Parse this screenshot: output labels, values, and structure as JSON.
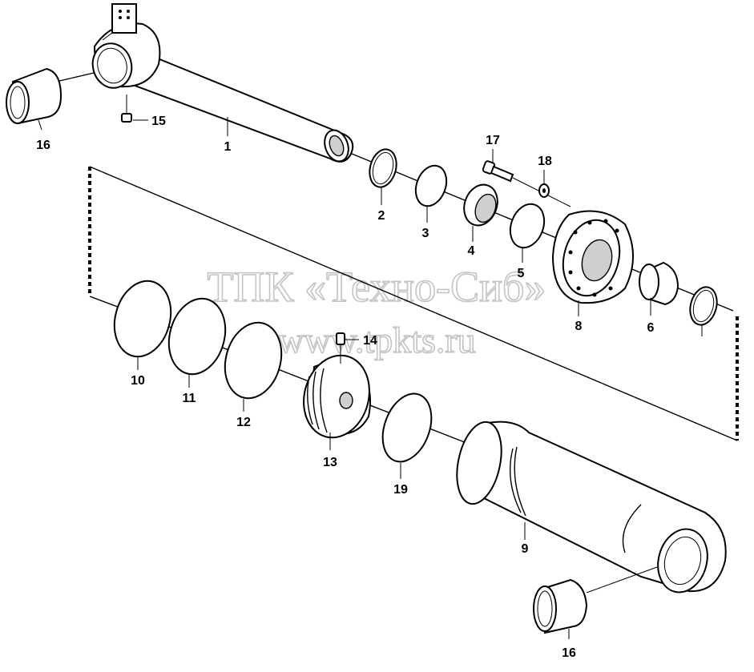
{
  "watermark": {
    "line1": "ТПК «Техно-Сиб»",
    "line2": "www.tpkts.ru"
  },
  "labels": {
    "p1": "1",
    "p2": "2",
    "p3": "3",
    "p4": "4",
    "p5": "5",
    "p6": "6",
    "p8": "8",
    "p9": "9",
    "p10": "10",
    "p11": "11",
    "p12": "12",
    "p13": "13",
    "p14": "14",
    "p15": "15",
    "p16_top": "16",
    "p16_bottom": "16",
    "p17": "17",
    "p18": "18",
    "p19": "19"
  }
}
